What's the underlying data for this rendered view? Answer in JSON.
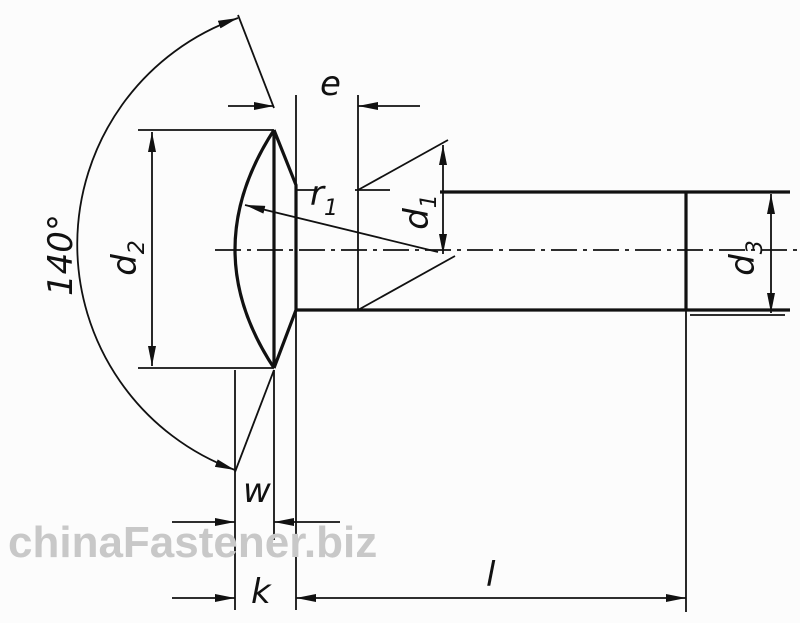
{
  "labels": {
    "angle": "140°",
    "d2": "d",
    "d2_sub": "2",
    "e": "e",
    "r1": "r",
    "r1_sub": "1",
    "d1": "d",
    "d1_sub": "1",
    "d3": "d",
    "d3_sub": "3",
    "w": "w",
    "k": "k",
    "l": "l"
  },
  "watermark": "chinaFastener.biz"
}
